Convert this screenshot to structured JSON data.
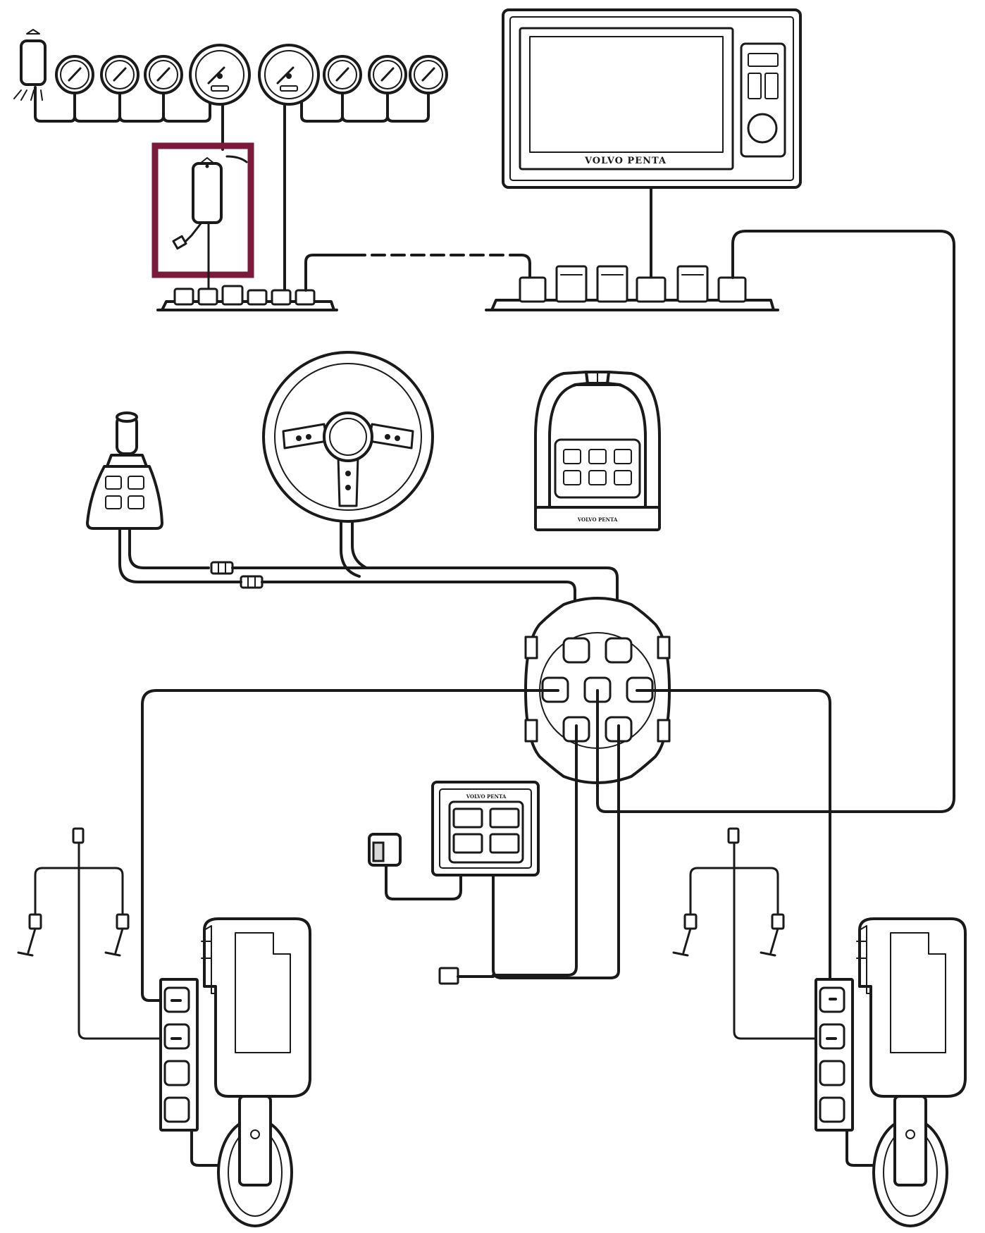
{
  "diagram": {
    "brand_label": "VOLVO PENTA",
    "highlight_color": "#7b1a3a",
    "line_color": "#1a1a1a",
    "background": "#ffffff",
    "components": [
      "instrument-gauges",
      "highlighted-module",
      "display-unit",
      "joystick",
      "steering-wheel",
      "control-lever",
      "central-hub",
      "control-panel",
      "engine-port",
      "engine-starboard"
    ]
  }
}
